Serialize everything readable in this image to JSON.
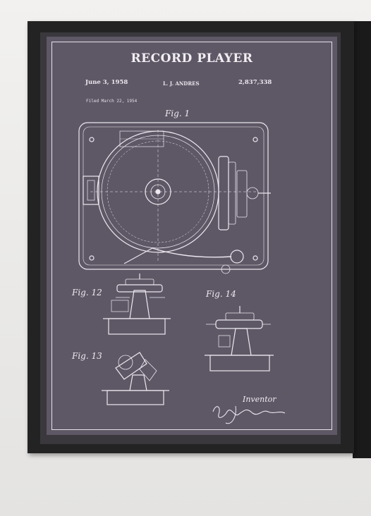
{
  "poster": {
    "title": "RECORD PLAYER",
    "date": "June 3, 1958",
    "inventor_name": "L. J. ANDRES",
    "patent_number": "2,837,338",
    "filed": "Filed March 22, 1954",
    "figures": {
      "fig1": "Fig. 1",
      "fig12": "Fig. 12",
      "fig13": "Fig. 13",
      "fig14": "Fig. 14"
    },
    "inventor_label": "Inventor",
    "signature": "Lloyd J. Andres"
  },
  "colors": {
    "wall": "#ecebe9",
    "frame": "#232323",
    "canvas": "#5e5866",
    "line_art": "#ece8ef"
  }
}
